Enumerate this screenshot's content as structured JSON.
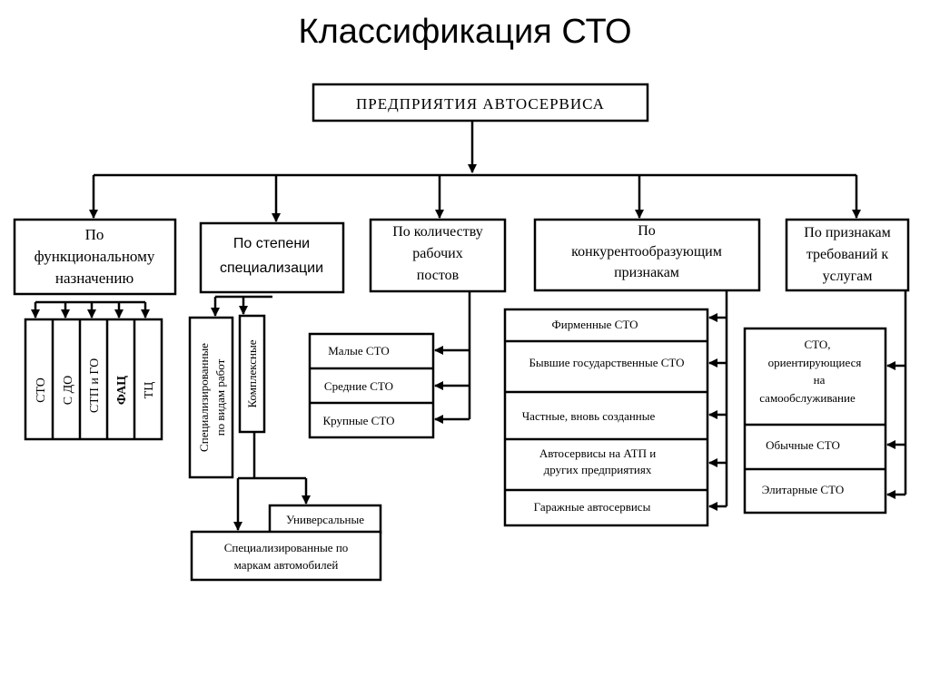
{
  "title": "Классификация СТО",
  "root": "ПРЕДПРИЯТИЯ АВТОСЕРВИСА",
  "categories": {
    "functional": {
      "lines": [
        "По",
        "функциональному",
        "назначению"
      ],
      "items": [
        "СТО",
        "С ДО",
        "СТП и ГО",
        "ФАЦ",
        "ТЦ"
      ]
    },
    "specialization": {
      "lines": [
        "По степени",
        "специализации"
      ],
      "specialized": [
        "Специализированные",
        "по видам работ"
      ],
      "complex": "Комплексные",
      "universal": "Универсальные",
      "by_brand": [
        "Специализированные по",
        "маркам автомобилей"
      ]
    },
    "posts": {
      "lines": [
        "По количеству",
        "рабочих",
        "постов"
      ],
      "items": [
        "Малые СТО",
        "Средние СТО",
        "Крупные СТО"
      ]
    },
    "competitive": {
      "lines": [
        "По",
        "конкурентообразующим",
        "признакам"
      ],
      "items": [
        [
          "Фирменные СТО"
        ],
        [
          "Бывшие государственные СТО"
        ],
        [
          "Частные, вновь созданные"
        ],
        [
          "Автосервисы на АТП и",
          "других предприятиях"
        ],
        [
          "Гаражные автосервисы"
        ]
      ]
    },
    "requirements": {
      "lines": [
        "По признакам",
        "требований к",
        "услугам"
      ],
      "items": [
        [
          "СТО,",
          "ориентирующиеся",
          "на",
          "самообслуживание"
        ],
        [
          "Обычные СТО"
        ],
        [
          "Элитарные СТО"
        ]
      ]
    }
  }
}
